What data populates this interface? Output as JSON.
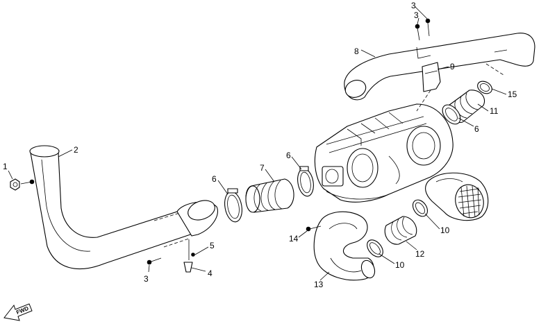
{
  "callouts": [
    {
      "id": "c1",
      "label": "1"
    },
    {
      "id": "c2",
      "label": "2"
    },
    {
      "id": "c3a",
      "label": "3"
    },
    {
      "id": "c3b",
      "label": "3"
    },
    {
      "id": "c3c",
      "label": "3"
    },
    {
      "id": "c4",
      "label": "4"
    },
    {
      "id": "c5",
      "label": "5"
    },
    {
      "id": "c6a",
      "label": "6"
    },
    {
      "id": "c6b",
      "label": "6"
    },
    {
      "id": "c6c",
      "label": "6"
    },
    {
      "id": "c7",
      "label": "7"
    },
    {
      "id": "c8",
      "label": "8"
    },
    {
      "id": "c9",
      "label": "9"
    },
    {
      "id": "c10a",
      "label": "10"
    },
    {
      "id": "c10b",
      "label": "10"
    },
    {
      "id": "c11",
      "label": "11"
    },
    {
      "id": "c12",
      "label": "12"
    },
    {
      "id": "c13",
      "label": "13"
    },
    {
      "id": "c14",
      "label": "14"
    },
    {
      "id": "c15",
      "label": "15"
    }
  ],
  "direction_arrow": {
    "label": "FWD",
    "icon": "forward-arrow-icon"
  }
}
